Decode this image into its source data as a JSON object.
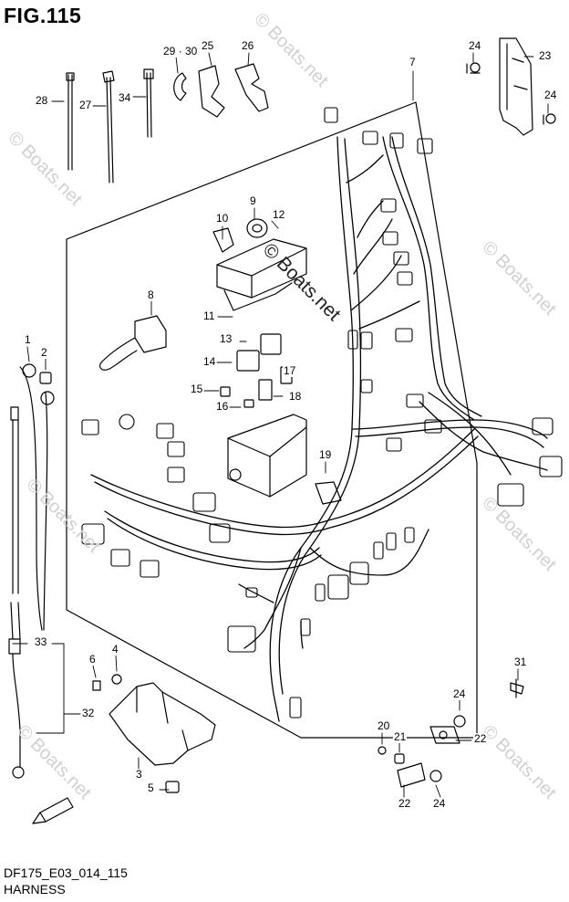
{
  "figure": {
    "title": "FIG.115",
    "model_code": "DF175_E03_014_115",
    "caption": "HARNESS"
  },
  "watermark": "© Boats.net",
  "callouts": [
    "1",
    "2",
    "3",
    "4",
    "5",
    "6",
    "7",
    "8",
    "9",
    "10",
    "11",
    "12",
    "13",
    "14",
    "15",
    "16",
    "17",
    "18",
    "19",
    "20",
    "21",
    "22",
    "22",
    "23",
    "24",
    "24",
    "24",
    "24",
    "25",
    "26",
    "27",
    "28",
    "29 · 30",
    "31",
    "32",
    "33",
    "34"
  ],
  "colors": {
    "line": "#000000",
    "watermark": "#d0d0d0"
  }
}
